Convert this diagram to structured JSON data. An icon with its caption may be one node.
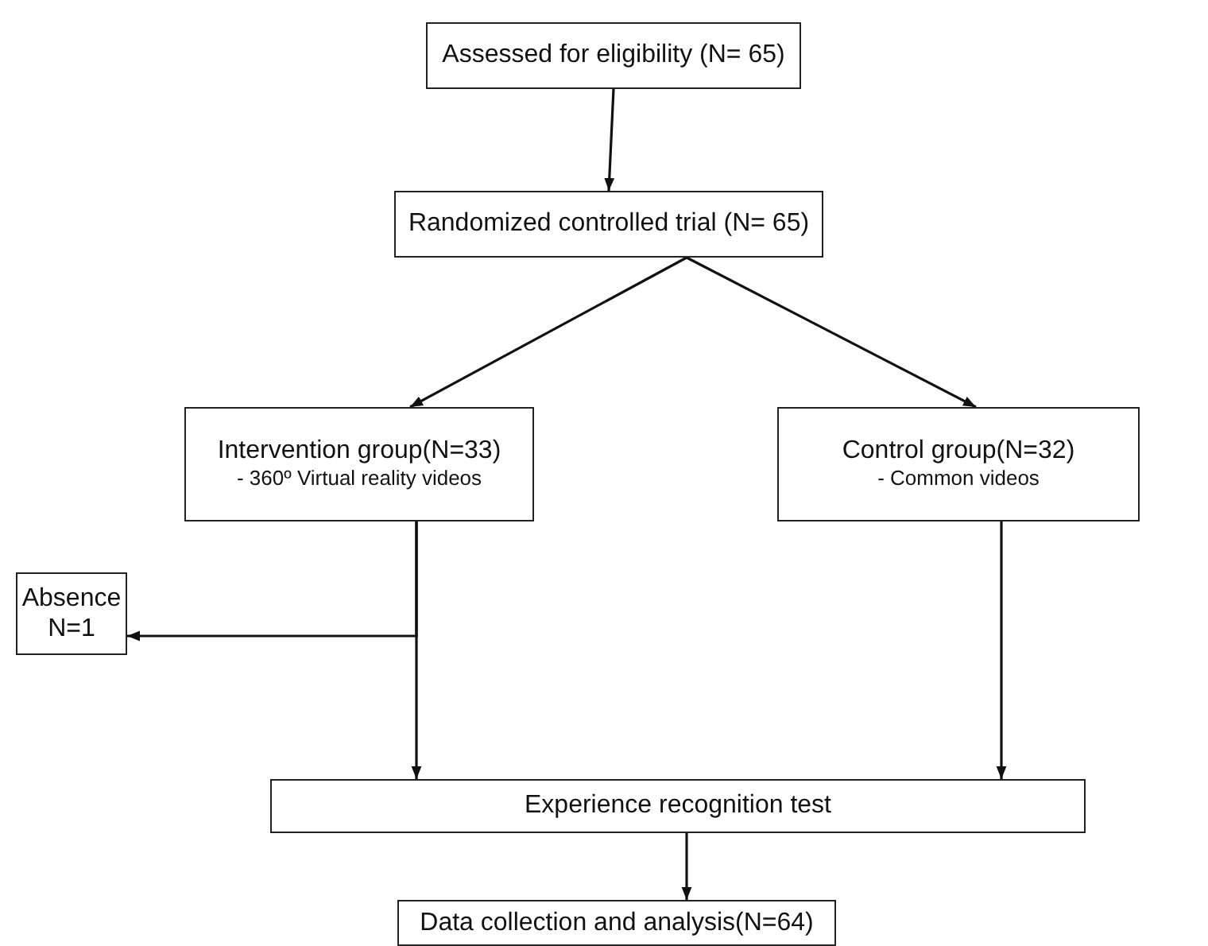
{
  "diagram": {
    "nodes": [
      {
        "text": [
          "Assessed for eligibility (N= 65)"
        ]
      },
      {
        "text": [
          "Randomized controlled trial (N= 65)"
        ]
      },
      {
        "text": [
          "Intervention group(N=33)",
          "- 360º Virtual reality videos"
        ]
      },
      {
        "text": [
          "Control group(N=32)",
          "- Common videos"
        ]
      },
      {
        "text": [
          "Absence N=1"
        ]
      },
      {
        "text": [
          "Experience recognition test"
        ]
      },
      {
        "text": [
          "Data collection and analysis(N=64)"
        ]
      }
    ],
    "edges": [
      {
        "from": 0,
        "to": 1,
        "arrow": "to"
      },
      {
        "from": 1,
        "to": 2,
        "arrow": "to"
      },
      {
        "from": 1,
        "to": 3,
        "arrow": "to"
      },
      {
        "from": 2,
        "to": 4,
        "arrow": "to"
      },
      {
        "from": 2,
        "to": 5,
        "arrow": "to"
      },
      {
        "from": 3,
        "to": 5,
        "arrow": "to"
      },
      {
        "from": 5,
        "to": 6,
        "arrow": "to"
      }
    ]
  }
}
